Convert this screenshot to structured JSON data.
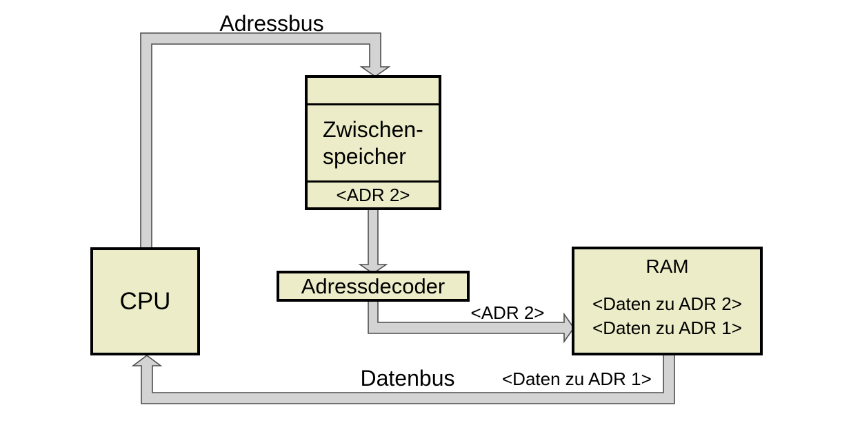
{
  "colors": {
    "box_fill": "#ECEDC8",
    "box_border": "#000000",
    "bus_fill": "#D3D3D3",
    "bus_outline": "#4D4D4D",
    "background": "#FFFFFF",
    "text": "#000000"
  },
  "buses": {
    "adressbus": {
      "label": "Adressbus"
    },
    "datenbus": {
      "label": "Datenbus",
      "data_label": "<Daten zu ADR 1>"
    },
    "decoder_to_ram": {
      "label": "<ADR 2>"
    }
  },
  "nodes": {
    "cpu": {
      "label": "CPU"
    },
    "zwischenspeicher": {
      "name_line1": "Zwischen-",
      "name_line2": "speicher",
      "address": "<ADR 2>"
    },
    "adressdecoder": {
      "label": "Adressdecoder"
    },
    "ram": {
      "title": "RAM",
      "contents": [
        "<Daten zu ADR 2>",
        "<Daten zu ADR 1>"
      ]
    }
  }
}
